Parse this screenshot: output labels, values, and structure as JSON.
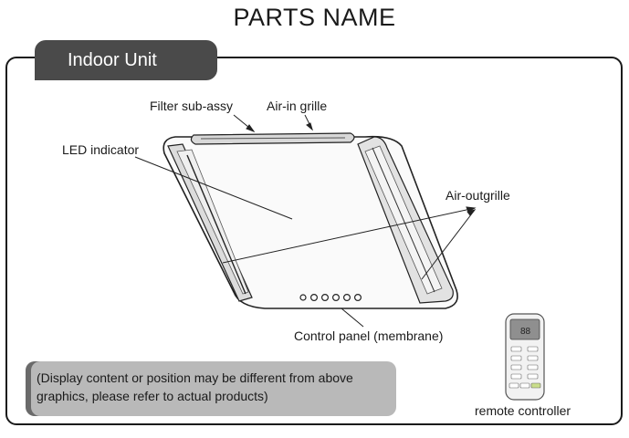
{
  "page_title": "PARTS NAME",
  "section_tab": "Indoor Unit",
  "labels": {
    "filter": "Filter sub-assy",
    "air_in": "Air-in grille",
    "led": "LED indicator",
    "air_out": "Air-outgrille",
    "control_panel": "Control panel (membrane)",
    "remote": "remote controller"
  },
  "note": "(Display content or position may be different from above graphics, please refer to actual products)",
  "remote_display": "88"
}
